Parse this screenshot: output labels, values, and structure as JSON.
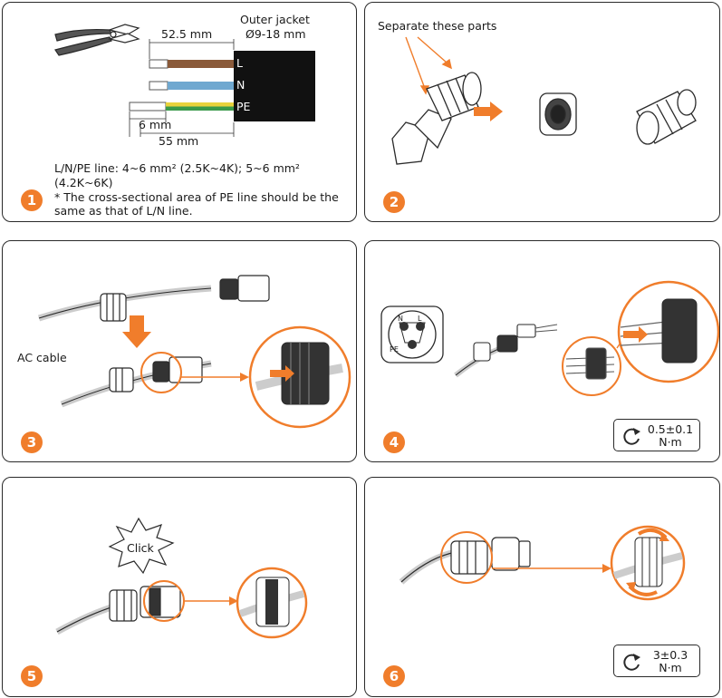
{
  "colors": {
    "accent": "#f07d2b",
    "wire_brown": "#8a5a3a",
    "wire_blue": "#6fa8d0",
    "wire_pe_yellow": "#e8d23c",
    "wire_pe_green": "#3a9a4a",
    "jacket": "#111111",
    "outline": "#2a2a2a"
  },
  "steps": [
    {
      "number": "1",
      "dim_top": "52.5 mm",
      "jacket_title": "Outer jacket",
      "jacket_diameter": "Ø9-18 mm",
      "wire_labels": [
        "L",
        "N",
        "PE"
      ],
      "dim_strip": "6 mm",
      "dim_bottom": "55 mm",
      "spec_line_1": "L/N/PE line: 4~6 mm² (2.5K~4K); 5~6 mm²",
      "spec_line_2": "(4.2K~6K)",
      "note": "* The cross-sectional area of PE line should be the same as that of L/N line."
    },
    {
      "number": "2",
      "caption": "Separate these parts"
    },
    {
      "number": "3",
      "caption": "AC cable"
    },
    {
      "number": "4",
      "pin_labels": [
        "N",
        "L",
        "PE"
      ],
      "torque_value": "0.5±0.1",
      "torque_unit": "N·m"
    },
    {
      "number": "5",
      "callout": "Click"
    },
    {
      "number": "6",
      "torque_value": "3±0.3",
      "torque_unit": "N·m"
    }
  ]
}
